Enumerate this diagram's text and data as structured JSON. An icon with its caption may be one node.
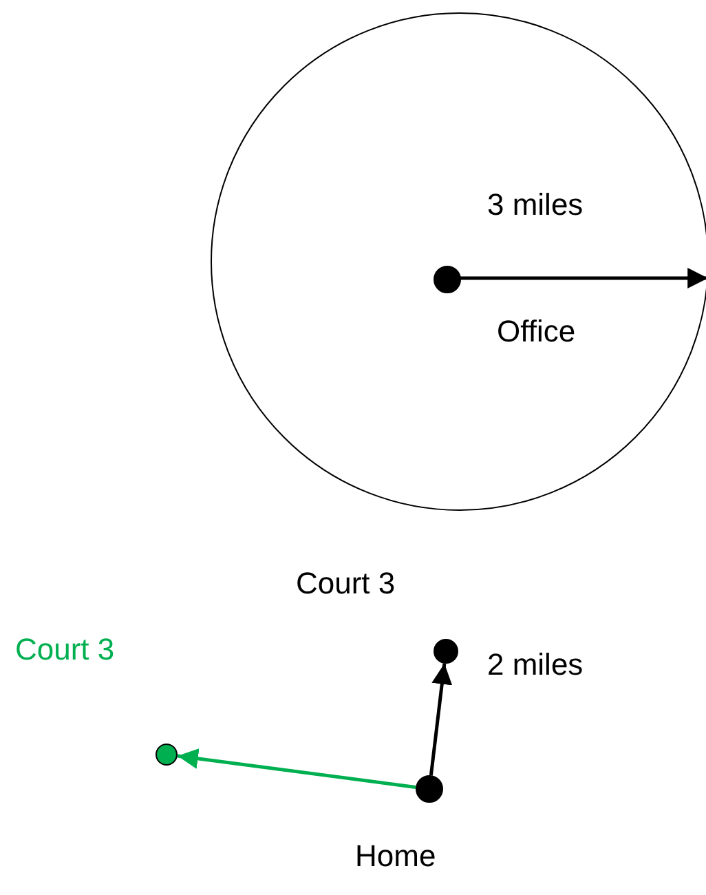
{
  "diagram": {
    "nodes": [
      {
        "text": [],
        "shape": "circle"
      },
      {
        "text": [],
        "shape": "circle",
        "in": 0,
        "beside": [
          "Office"
        ]
      },
      {
        "text": [],
        "shape": "circle",
        "beside": [
          "Court 3"
        ]
      },
      {
        "text": [],
        "shape": "circle",
        "beside": [
          "Court 3"
        ]
      },
      {
        "text": [],
        "shape": "circle",
        "beside": [
          "Home"
        ]
      }
    ],
    "edges": [
      {
        "from": 1,
        "to": 0,
        "arrow": "to",
        "label": "3 miles"
      },
      {
        "from": 4,
        "to": 2,
        "arrow": "to",
        "label": "2 miles"
      },
      {
        "from": 4,
        "to": 3,
        "arrow": "to",
        "color": "#00b050"
      }
    ]
  }
}
